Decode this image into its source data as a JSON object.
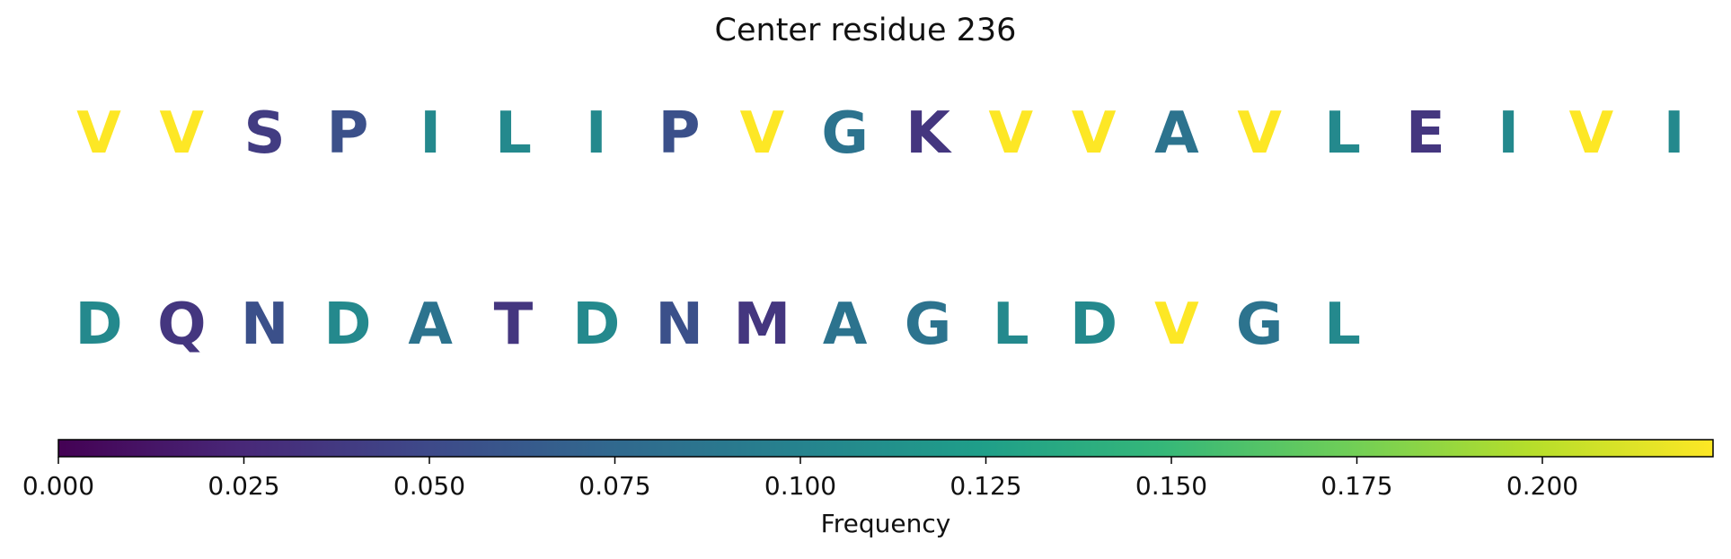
{
  "chart_data": {
    "type": "heatmap",
    "title": "Center residue 236",
    "rows": [
      {
        "residues": [
          "V",
          "V",
          "S",
          "P",
          "I",
          "L",
          "I",
          "P",
          "V",
          "G",
          "K",
          "V",
          "V",
          "A",
          "V",
          "L",
          "E",
          "I",
          "V",
          "I"
        ],
        "frequencies": [
          0.223,
          0.223,
          0.04,
          0.055,
          0.105,
          0.105,
          0.105,
          0.055,
          0.223,
          0.085,
          0.035,
          0.223,
          0.223,
          0.085,
          0.223,
          0.105,
          0.035,
          0.105,
          0.223,
          0.105
        ]
      },
      {
        "residues": [
          "D",
          "Q",
          "N",
          "D",
          "A",
          "T",
          "D",
          "N",
          "M",
          "A",
          "G",
          "L",
          "D",
          "V",
          "G",
          "L"
        ],
        "frequencies": [
          0.105,
          0.035,
          0.055,
          0.105,
          0.085,
          0.035,
          0.105,
          0.055,
          0.035,
          0.085,
          0.085,
          0.105,
          0.105,
          0.223,
          0.085,
          0.105
        ]
      }
    ],
    "colorbar": {
      "label": "Frequency",
      "min": 0.0,
      "max": 0.223,
      "ticks": [
        "0.000",
        "0.025",
        "0.050",
        "0.075",
        "0.100",
        "0.125",
        "0.150",
        "0.175",
        "0.200"
      ],
      "colormap": "viridis"
    }
  }
}
